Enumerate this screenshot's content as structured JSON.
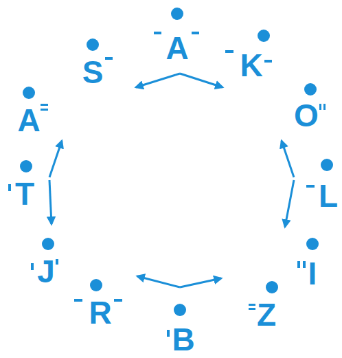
{
  "diagram": {
    "nodes": [
      {
        "text": [
          "A"
        ]
      },
      {
        "text": [
          "S"
        ]
      },
      {
        "text": [
          "K"
        ]
      },
      {
        "text": [
          "A"
        ]
      },
      {
        "text": [
          "O"
        ]
      },
      {
        "text": [
          "T"
        ]
      },
      {
        "text": [
          "L"
        ]
      },
      {
        "text": [
          "J"
        ]
      },
      {
        "text": [
          "I"
        ]
      },
      {
        "text": [
          "R"
        ]
      },
      {
        "text": [
          "Z"
        ]
      },
      {
        "text": [
          "B"
        ]
      }
    ],
    "edges": [
      {
        "from": 0,
        "to": 1,
        "arrow": "to"
      },
      {
        "from": 0,
        "to": 2,
        "arrow": "to"
      },
      {
        "from": 5,
        "to": 3,
        "arrow": "to"
      },
      {
        "from": 5,
        "to": 7,
        "arrow": "to"
      },
      {
        "from": 6,
        "to": 4,
        "arrow": "to"
      },
      {
        "from": 6,
        "to": 8,
        "arrow": "to"
      },
      {
        "from": 11,
        "to": 9,
        "arrow": "to"
      },
      {
        "from": 11,
        "to": 10,
        "arrow": "to"
      }
    ]
  }
}
